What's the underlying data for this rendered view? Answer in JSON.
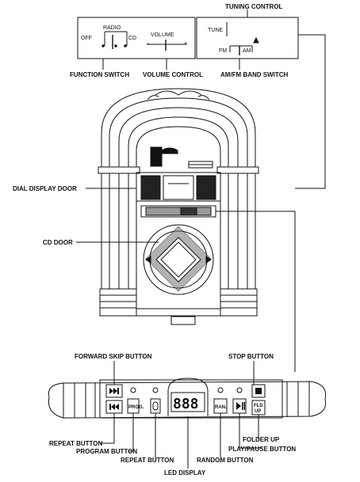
{
  "labels": {
    "tuning_control": "TUNING CONTROL",
    "function_switch": "FUNCTION SWITCH",
    "volume_control": "VOLUME CONTROL",
    "band_switch": "AM/FM BAND SWITCH",
    "dial_display_door": "DIAL DISPLAY DOOR",
    "cd_door": "CD DOOR",
    "forward_skip": "FORWARD SKIP BUTTON",
    "stop": "STOP BUTTON",
    "repeat_left": "REPEAT BUTTON",
    "program": "PROGRAM BUTTON",
    "repeat_bottom": "REPEAT BUTTON",
    "led_display": "LED DISPLAY",
    "random": "RANDOM BUTTON",
    "folder_up": "FOLDER UP",
    "play_pause": "PLAY/PAUSE BUTTON"
  },
  "panel_text": {
    "radio": "RADIO",
    "off": "OFF",
    "cd": "CD",
    "volume": "VOLUME",
    "minus": "–",
    "plus": "+",
    "tune": "TUNE",
    "fm": "FM",
    "am": "AM"
  },
  "button_text": {
    "prog": "PROG.",
    "ran": "RAN.",
    "fld": "FLD",
    "up": "UP",
    "led": "888"
  }
}
